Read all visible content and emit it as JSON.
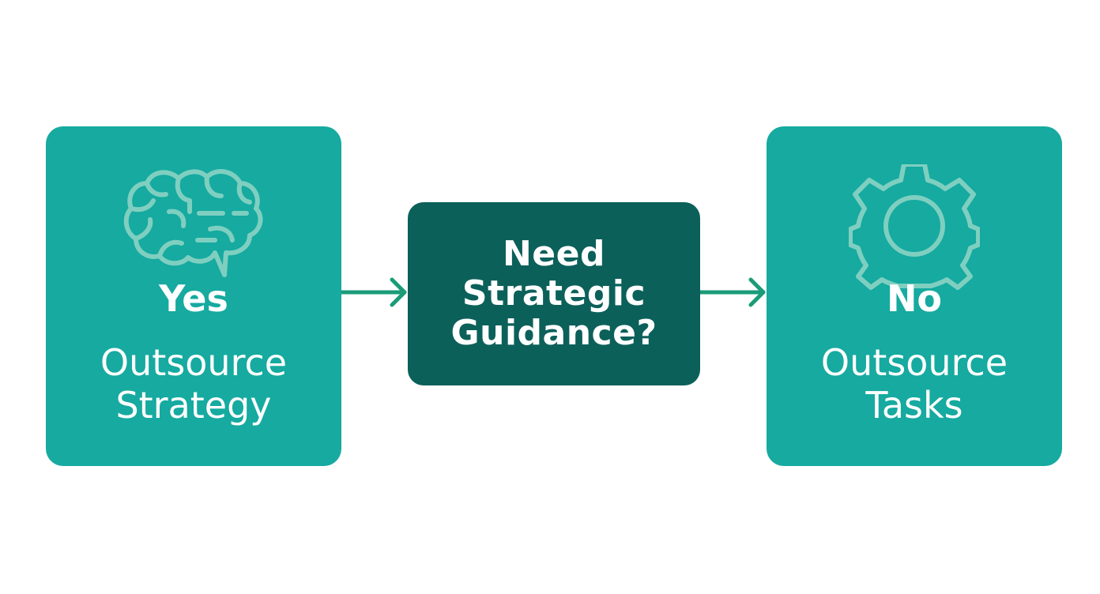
{
  "colors": {
    "side_box": "#16aaa0",
    "center_box": "#0c605a",
    "arrow": "#1a9c78",
    "icon_stroke": "#7fcfc1",
    "text": "#ffffff",
    "background": "#ffffff"
  },
  "decision": {
    "question": "Need\nStrategic\nGuidance?"
  },
  "left_option": {
    "icon": "brain-icon",
    "answer": "Yes",
    "action": "Outsource\nStrategy"
  },
  "right_option": {
    "icon": "gear-icon",
    "answer": "No",
    "action": "Outsource\nTasks"
  }
}
